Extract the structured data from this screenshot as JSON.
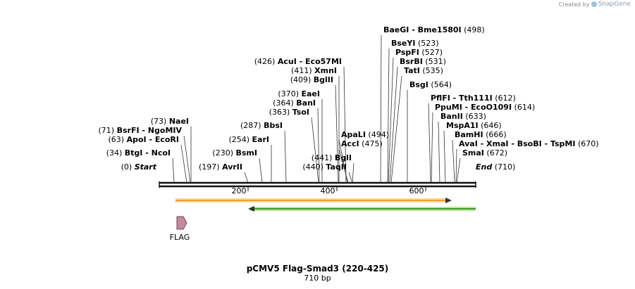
{
  "brand": {
    "created_by": "Created by",
    "name": "SnapGene"
  },
  "title": "pCMV5 Flag-Smad3 (220-425)",
  "subtitle": "710 bp",
  "axis": {
    "ticks": [
      "200",
      "400",
      "600"
    ]
  },
  "colors": {
    "backbone": "#111111",
    "arrow_forward": "#f0a030",
    "arrow_forward_fill": "#f6d9a0",
    "arrow_reverse": "#3a9a2a",
    "arrow_reverse_fill": "#bfe69a",
    "feature_flag": "#c8869e"
  },
  "feature": {
    "label": "FLAG"
  },
  "sites": [
    {
      "pos": "(0)",
      "names": [
        "Start"
      ],
      "italic": true
    },
    {
      "pos": "(34)",
      "names": [
        "BtgI",
        "NcoI"
      ]
    },
    {
      "pos": "(63)",
      "names": [
        "ApoI",
        "EcoRI"
      ]
    },
    {
      "pos": "(71)",
      "names": [
        "BsrFI",
        "NgoMIV"
      ]
    },
    {
      "pos": "(73)",
      "names": [
        "NaeI"
      ]
    },
    {
      "pos": "(197)",
      "names": [
        "AvrII"
      ]
    },
    {
      "pos": "(230)",
      "names": [
        "BsmI"
      ]
    },
    {
      "pos": "(254)",
      "names": [
        "EarI"
      ]
    },
    {
      "pos": "(287)",
      "names": [
        "BbsI"
      ]
    },
    {
      "pos": "(363)",
      "names": [
        "TsoI"
      ]
    },
    {
      "pos": "(364)",
      "names": [
        "BanI"
      ]
    },
    {
      "pos": "(370)",
      "names": [
        "EaeI"
      ]
    },
    {
      "pos": "(409)",
      "names": [
        "BglII"
      ]
    },
    {
      "pos": "(411)",
      "names": [
        "XmnI"
      ]
    },
    {
      "pos": "(426)",
      "names": [
        "AcuI",
        "Eco57MI"
      ]
    },
    {
      "pos": "(440)",
      "names": [
        "TaqII"
      ]
    },
    {
      "pos": "(441)",
      "names": [
        "BglI"
      ]
    },
    {
      "pos": "(475)",
      "names": [
        "AccI"
      ]
    },
    {
      "pos": "(494)",
      "names": [
        "ApaLI"
      ]
    },
    {
      "pos": "(498)",
      "names": [
        "BaeGI",
        "Bme1580I"
      ]
    },
    {
      "pos": "(523)",
      "names": [
        "BseYI"
      ]
    },
    {
      "pos": "(527)",
      "names": [
        "PspFI"
      ]
    },
    {
      "pos": "(531)",
      "names": [
        "BsrBI"
      ]
    },
    {
      "pos": "(535)",
      "names": [
        "TatI"
      ]
    },
    {
      "pos": "(564)",
      "names": [
        "BsgI"
      ]
    },
    {
      "pos": "(612)",
      "names": [
        "PflFI",
        "Tth111I"
      ]
    },
    {
      "pos": "(614)",
      "names": [
        "PpuMI",
        "EcoO109I"
      ]
    },
    {
      "pos": "(633)",
      "names": [
        "BanII"
      ]
    },
    {
      "pos": "(646)",
      "names": [
        "MspA1I"
      ]
    },
    {
      "pos": "(666)",
      "names": [
        "BamHI"
      ]
    },
    {
      "pos": "(670)",
      "names": [
        "AvaI",
        "XmaI",
        "BsoBI",
        "TspMI"
      ]
    },
    {
      "pos": "(672)",
      "names": [
        "SmaI"
      ]
    },
    {
      "pos": "(710)",
      "names": [
        "End"
      ],
      "italic": true
    }
  ]
}
